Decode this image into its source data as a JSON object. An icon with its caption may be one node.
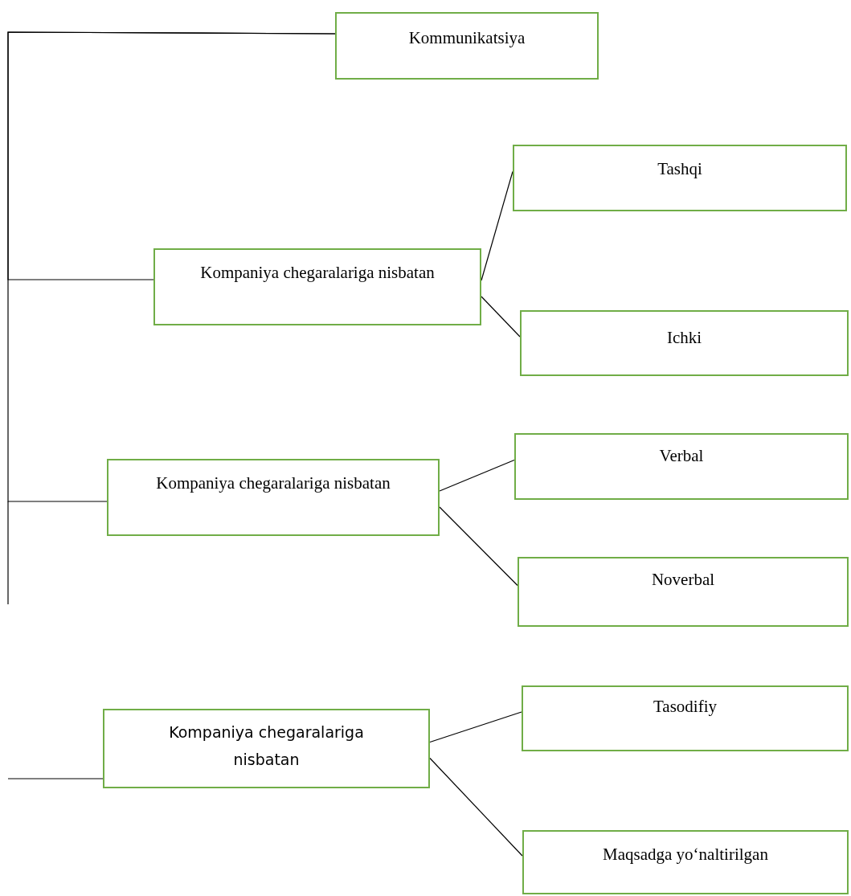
{
  "diagram": {
    "nodes": [
      {
        "text": [
          "Kommunikatsiya"
        ]
      },
      {
        "text": [
          "Kompaniya chegaralariga nisbatan"
        ]
      },
      {
        "text": [
          "Kompaniya chegaralariga nisbatan"
        ]
      },
      {
        "text": [
          "Kompaniya chegaralariga nisbatan"
        ]
      },
      {
        "text": [
          "Tashqi"
        ]
      },
      {
        "text": [
          "Ichki"
        ]
      },
      {
        "text": [
          "Verbal"
        ]
      },
      {
        "text": [
          "Noverbal"
        ]
      },
      {
        "text": [
          "Tasodifiy"
        ]
      },
      {
        "text": [
          "Maqsadga yo‘naltirilgan"
        ]
      }
    ],
    "edges": [
      {
        "from": 0,
        "to": 1,
        "arrow": "none"
      },
      {
        "from": 0,
        "to": 2,
        "arrow": "none"
      },
      {
        "from": null,
        "to": 3,
        "arrow": "none"
      },
      {
        "from": 1,
        "to": 4,
        "arrow": "none"
      },
      {
        "from": 1,
        "to": 5,
        "arrow": "none"
      },
      {
        "from": 2,
        "to": 6,
        "arrow": "none"
      },
      {
        "from": 2,
        "to": 7,
        "arrow": "none"
      },
      {
        "from": 3,
        "to": 8,
        "arrow": "none"
      },
      {
        "from": 3,
        "to": 9,
        "arrow": "none"
      }
    ]
  }
}
